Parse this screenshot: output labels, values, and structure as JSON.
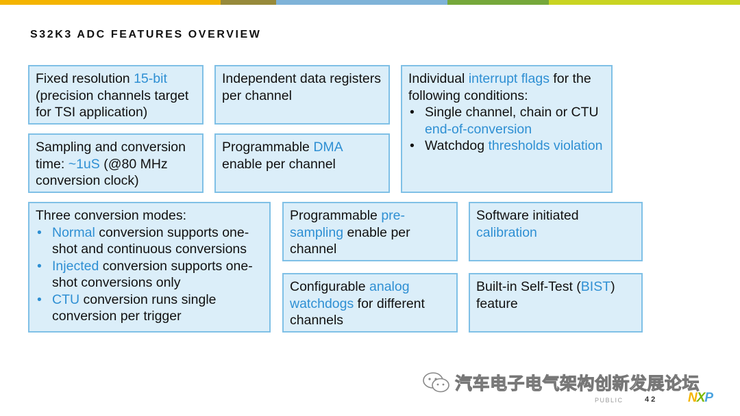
{
  "colors": {
    "top_bar": [
      "#f4b400",
      "#978a3b",
      "#7fb3d8",
      "#76a83b",
      "#c9d422"
    ],
    "box_fill": "#dbeef9",
    "box_border": "#7fc0e6",
    "highlight": "#2e8fd3"
  },
  "title": "S32K3 ADC FEATURES OVERVIEW",
  "boxes": {
    "resolution": {
      "t1": "Fixed resolution ",
      "h1": "15-bit",
      "t2": " (precision channels target for TSI application)"
    },
    "data_registers": {
      "t1": "Independent data registers per channel"
    },
    "interrupts": {
      "t1": "Individual ",
      "h1": "interrupt flags",
      "t2": " for the following conditions:",
      "bullet": "•",
      "items": [
        {
          "t1": "Single channel, chain or CTU ",
          "h1": "end-of-conversion"
        },
        {
          "t1": "Watchdog ",
          "h1": "thresholds violation"
        }
      ]
    },
    "sampling": {
      "t1": "Sampling and conversion time: ",
      "h1": "~1uS",
      "t2": " (@80 MHz conversion clock)"
    },
    "dma": {
      "t1": "Programmable ",
      "h1": "DMA",
      "t2": " enable per channel"
    },
    "modes": {
      "t1": "Three conversion modes:",
      "bullet": "•",
      "items": [
        {
          "h1": "Normal",
          "t2": " conversion supports one-shot and continuous conversions"
        },
        {
          "h1": "Injected",
          "t2": " conversion supports one-shot conversions only"
        },
        {
          "h1": "CTU",
          "t2": " conversion runs single conversion per trigger"
        }
      ]
    },
    "presampling": {
      "t1": "Programmable ",
      "h1": "pre-sampling",
      "t2": " enable per channel"
    },
    "calibration": {
      "t1": "Software initiated ",
      "h1": "calibration"
    },
    "watchdogs": {
      "t1": "Configurable ",
      "h1": "analog watchdogs",
      "t2": " for different channels"
    },
    "bist": {
      "t1": "Built-in Self-Test (",
      "h1": "BIST",
      "t2": ") feature"
    }
  },
  "footer": {
    "classification": "PUBLIC",
    "page": "42",
    "watermark": "汽车电子电气架构创新发展论坛",
    "watermark_icon": "wechat-icon",
    "logo": {
      "n": "N",
      "x": "X",
      "p": "P"
    }
  }
}
